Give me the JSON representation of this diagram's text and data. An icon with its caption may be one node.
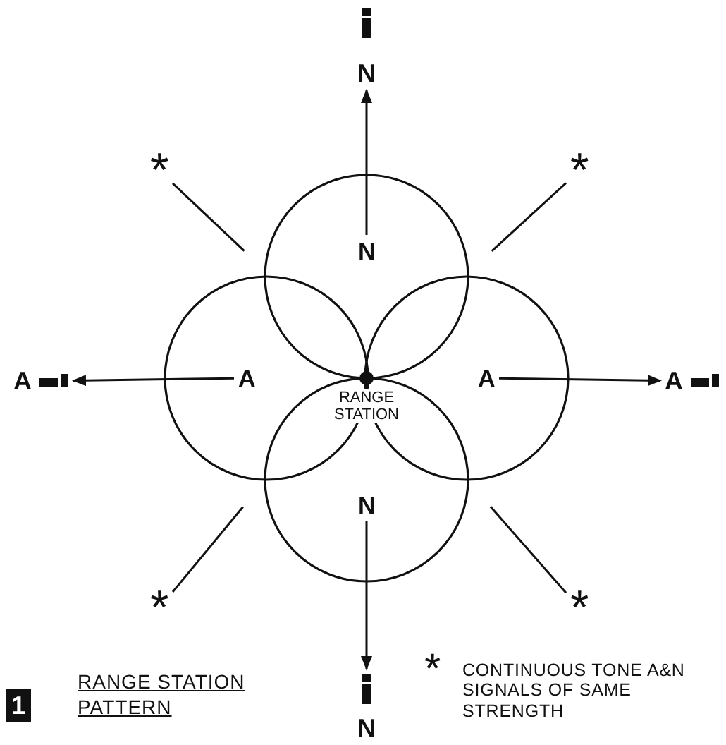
{
  "diagram": {
    "caption": "RANGE STATION PATTERN",
    "nodes": [
      {
        "text": [
          "N"
        ]
      },
      {
        "text": [
          "A"
        ]
      },
      {
        "text": [
          "A"
        ]
      },
      {
        "text": [
          "N"
        ]
      },
      {
        "text": [
          "RANGE STATION"
        ]
      },
      {
        "text": [
          "N"
        ]
      },
      {
        "text": [
          "A"
        ]
      },
      {
        "text": [
          "A"
        ]
      },
      {
        "text": [
          "N"
        ]
      },
      {
        "text": [
          "*"
        ]
      },
      {
        "text": [
          "*"
        ]
      },
      {
        "text": [
          "*"
        ]
      },
      {
        "text": [
          "*"
        ]
      }
    ],
    "edges": [
      {
        "from": 0,
        "to": 5,
        "arrow": "to"
      },
      {
        "from": 1,
        "to": 6,
        "arrow": "to"
      },
      {
        "from": 2,
        "to": 7,
        "arrow": "to"
      },
      {
        "from": 3,
        "to": 8,
        "arrow": "to"
      },
      {
        "from": 9,
        "to": null,
        "arrow": "none"
      },
      {
        "from": 10,
        "to": null,
        "arrow": "none"
      },
      {
        "from": 11,
        "to": null,
        "arrow": "none"
      },
      {
        "from": 12,
        "to": null,
        "arrow": "none"
      }
    ],
    "labels": [
      "1"
    ],
    "legend": [
      {
        "text": "CONTINUOUS TONE A&N SIGNALS OF SAME STRENGTH"
      }
    ]
  }
}
